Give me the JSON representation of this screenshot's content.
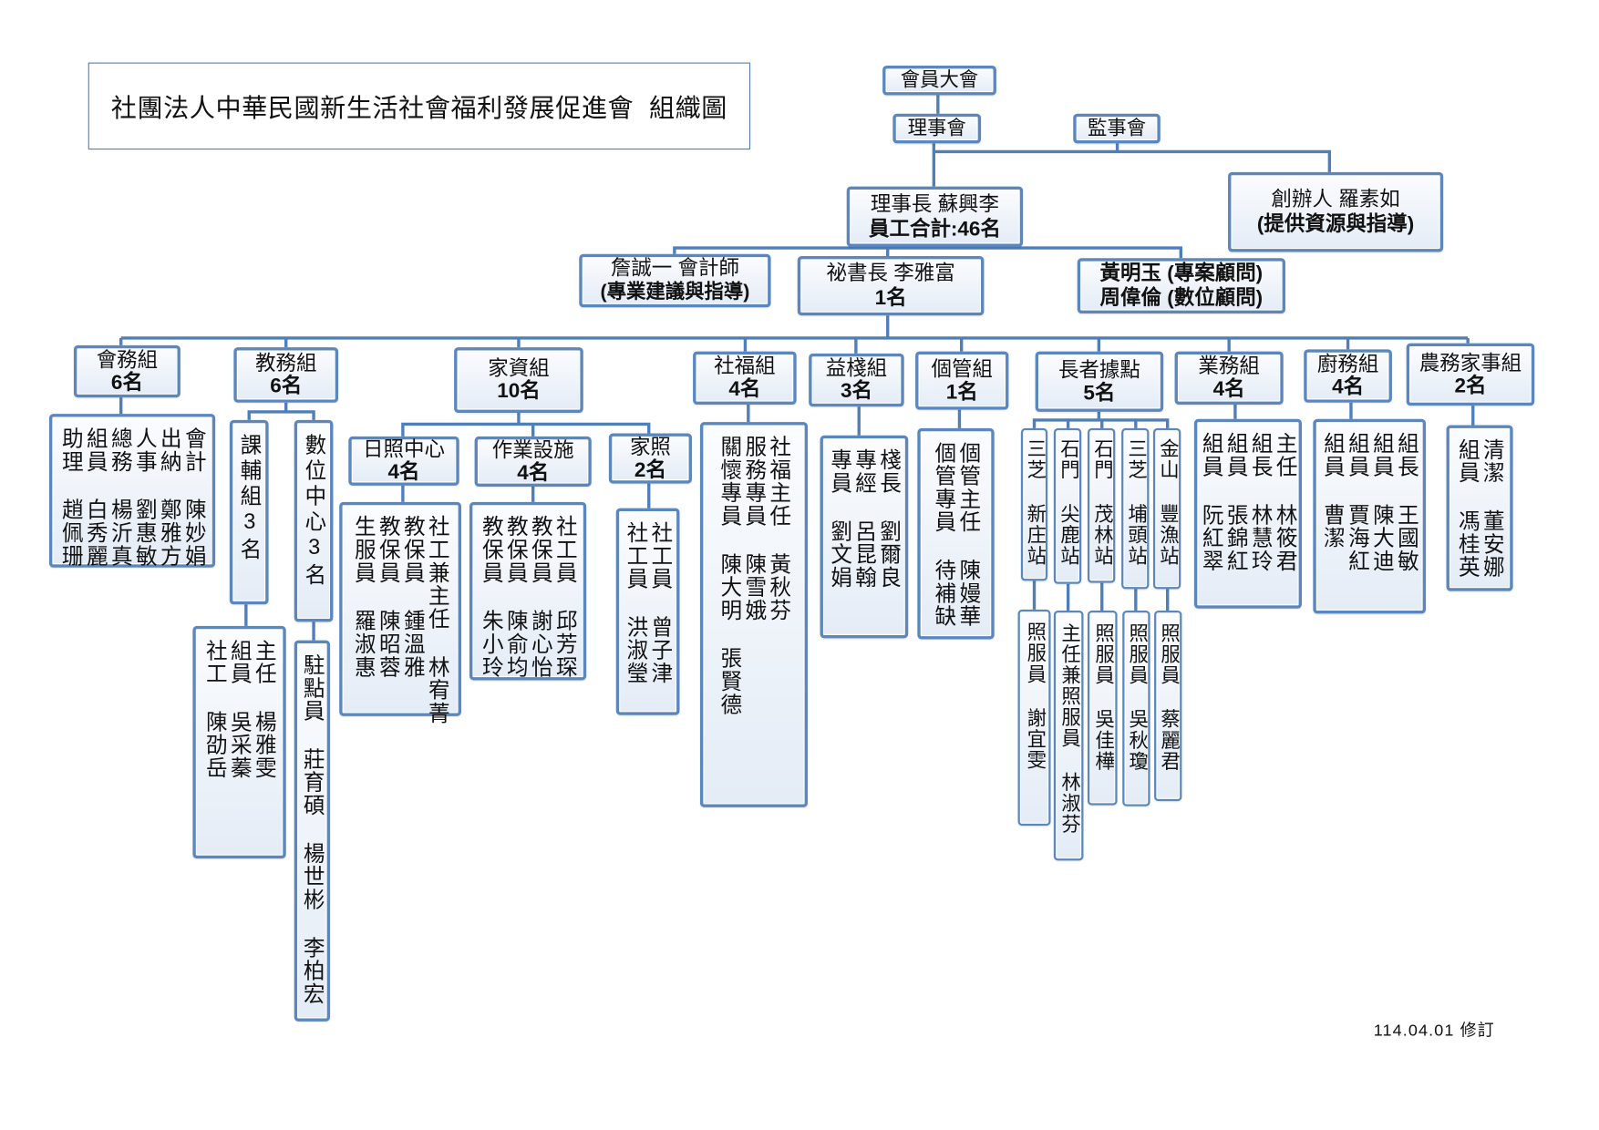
{
  "title": "社團法人中華民國新生活社會福利發展促進會  組織圖",
  "revision": "114.04.01 修訂",
  "colors": {
    "box_border": "#5b87be",
    "connector": "#4f7fb8",
    "title_border": "#4f81bd"
  },
  "top": {
    "assembly": "會員大會",
    "board": "理事會",
    "supervisors": "監事會",
    "chairman": {
      "line1": "理事長 蘇興李",
      "line2": "員工合計:46名"
    },
    "founder": {
      "line1": "創辦人 羅素如",
      "line2": "(提供資源與指導)"
    },
    "accountant": {
      "line1": "詹誠一 會計師",
      "line2": "(專業建議與指導)"
    },
    "secretary": {
      "line1": "祕書長 李雅富",
      "line2": "1名"
    },
    "advisors": {
      "line1": "黃明玉 (專案顧問)",
      "line2": "周偉倫 (數位顧問)"
    }
  },
  "departments": {
    "affairs": {
      "name": "會務組",
      "count": "6名",
      "staff": [
        "會計 陳妙娟",
        "出納 鄭雅方",
        "人事 劉惠敏",
        "總務 楊沂真",
        "組員 白秀麗",
        "助理 趙佩珊"
      ]
    },
    "education": {
      "name": "教務組",
      "count": "6名",
      "tutoring": {
        "label": "課輔組3名",
        "staff": [
          "主任 楊雅雯",
          "組員 吳采蓁",
          "社工 陳劭岳"
        ]
      },
      "digital": {
        "label": "數位中心3名",
        "staff": [
          "駐點員 莊育碩 楊世彬 李柏宏"
        ]
      }
    },
    "family": {
      "name": "家資組",
      "count": "10名",
      "daycare": {
        "name": "日照中心",
        "count": "4名",
        "staff": [
          "社工兼主任 林宥菁",
          "教保員 鍾溫雅",
          "教保員 陳昭蓉",
          "生服員 羅淑惠"
        ]
      },
      "workshop": {
        "name": "作業設施",
        "count": "4名",
        "staff": [
          "社工員 邱芳琛",
          "教保員 謝心怡",
          "教保員 陳俞均",
          "教保員 朱小玲"
        ]
      },
      "homecare": {
        "name": "家照",
        "count": "2名",
        "staff": [
          "社工員 曾子津",
          "社工員 洪淑瑩"
        ]
      }
    },
    "welfare": {
      "name": "社福組",
      "count": "4名",
      "staff": [
        "社福主任 黃秋芬",
        "服務專員 陳雪娥",
        "關懷專員 陳大明 張賢德"
      ]
    },
    "yizhan": {
      "name": "益棧組",
      "count": "3名",
      "staff": [
        "棧長 劉爾良",
        "專經 呂昆翰",
        "專員 劉文娟"
      ]
    },
    "casemgmt": {
      "name": "個管組",
      "count": "1名",
      "staff": [
        "個管主任 陳嫚華",
        "個管專員 待補缺"
      ]
    },
    "elder": {
      "name": "長者據點",
      "count": "5名",
      "stations": [
        {
          "name": "三芝 新庄站",
          "staff": "照服員 謝宜雯"
        },
        {
          "name": "石門 尖鹿站",
          "staff": "主任兼照服員 林淑芬"
        },
        {
          "name": "石門 茂林站",
          "staff": "照服員 吳佳樺"
        },
        {
          "name": "三芝 埔頭站",
          "staff": "照服員 吳秋瓊"
        },
        {
          "name": "金山 豐漁站",
          "staff": "照服員 蔡麗君"
        }
      ]
    },
    "business": {
      "name": "業務組",
      "count": "4名",
      "staff": [
        "主任 林筱君",
        "組長 林慧玲",
        "組員 張錦紅",
        "組員 阮紅翠"
      ]
    },
    "kitchen": {
      "name": "廚務組",
      "count": "4名",
      "staff": [
        "組長 王國敏",
        "組員 陳大迪",
        "組員 賈海紅",
        "組員 曹潔"
      ]
    },
    "farm": {
      "name": "農務家事組",
      "count": "2名",
      "staff": [
        "清潔 董安娜",
        "組員 馮桂英"
      ]
    }
  }
}
